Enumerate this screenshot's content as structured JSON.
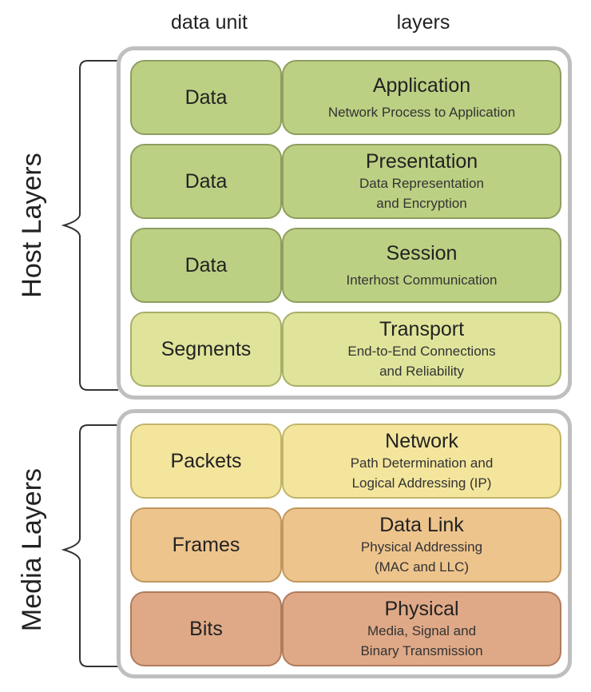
{
  "headers": {
    "data_unit": "data unit",
    "layers": "layers"
  },
  "groups": {
    "host": "Host Layers",
    "media": "Media Layers"
  },
  "layers": [
    {
      "unit": "Data",
      "name": "Application",
      "desc": "Network Process to Application",
      "color": "#bcd083"
    },
    {
      "unit": "Data",
      "name": "Presentation",
      "desc": "Data Representation\nand Encryption",
      "color": "#bcd083"
    },
    {
      "unit": "Data",
      "name": "Session",
      "desc": "Interhost Communication",
      "color": "#bcd083"
    },
    {
      "unit": "Segments",
      "name": "Transport",
      "desc": "End-to-End Connections\nand Reliability",
      "color": "#dfe49a"
    },
    {
      "unit": "Packets",
      "name": "Network",
      "desc": "Path Determination and\nLogical Addressing (IP)",
      "color": "#f3e59c"
    },
    {
      "unit": "Frames",
      "name": "Data Link",
      "desc": "Physical Addressing\n(MAC and LLC)",
      "color": "#eec48d"
    },
    {
      "unit": "Bits",
      "name": "Physical",
      "desc": "Media, Signal and\nBinary Transmission",
      "color": "#dfa987"
    }
  ]
}
